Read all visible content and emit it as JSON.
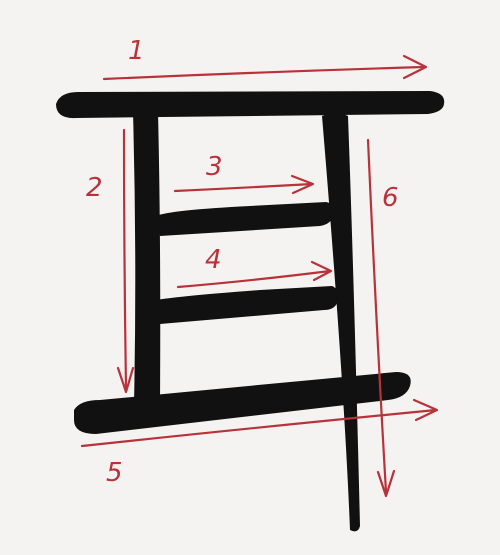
{
  "diagram": {
    "colors": {
      "background": "#f5f3f1",
      "stroke_ink": "#111111",
      "arrow_red": "#b8323a"
    },
    "stroke_order_labels": [
      {
        "id": "1",
        "text": "1"
      },
      {
        "id": "2",
        "text": "2"
      },
      {
        "id": "3",
        "text": "3"
      },
      {
        "id": "4",
        "text": "4"
      },
      {
        "id": "5",
        "text": "5"
      },
      {
        "id": "6",
        "text": "6"
      }
    ]
  }
}
